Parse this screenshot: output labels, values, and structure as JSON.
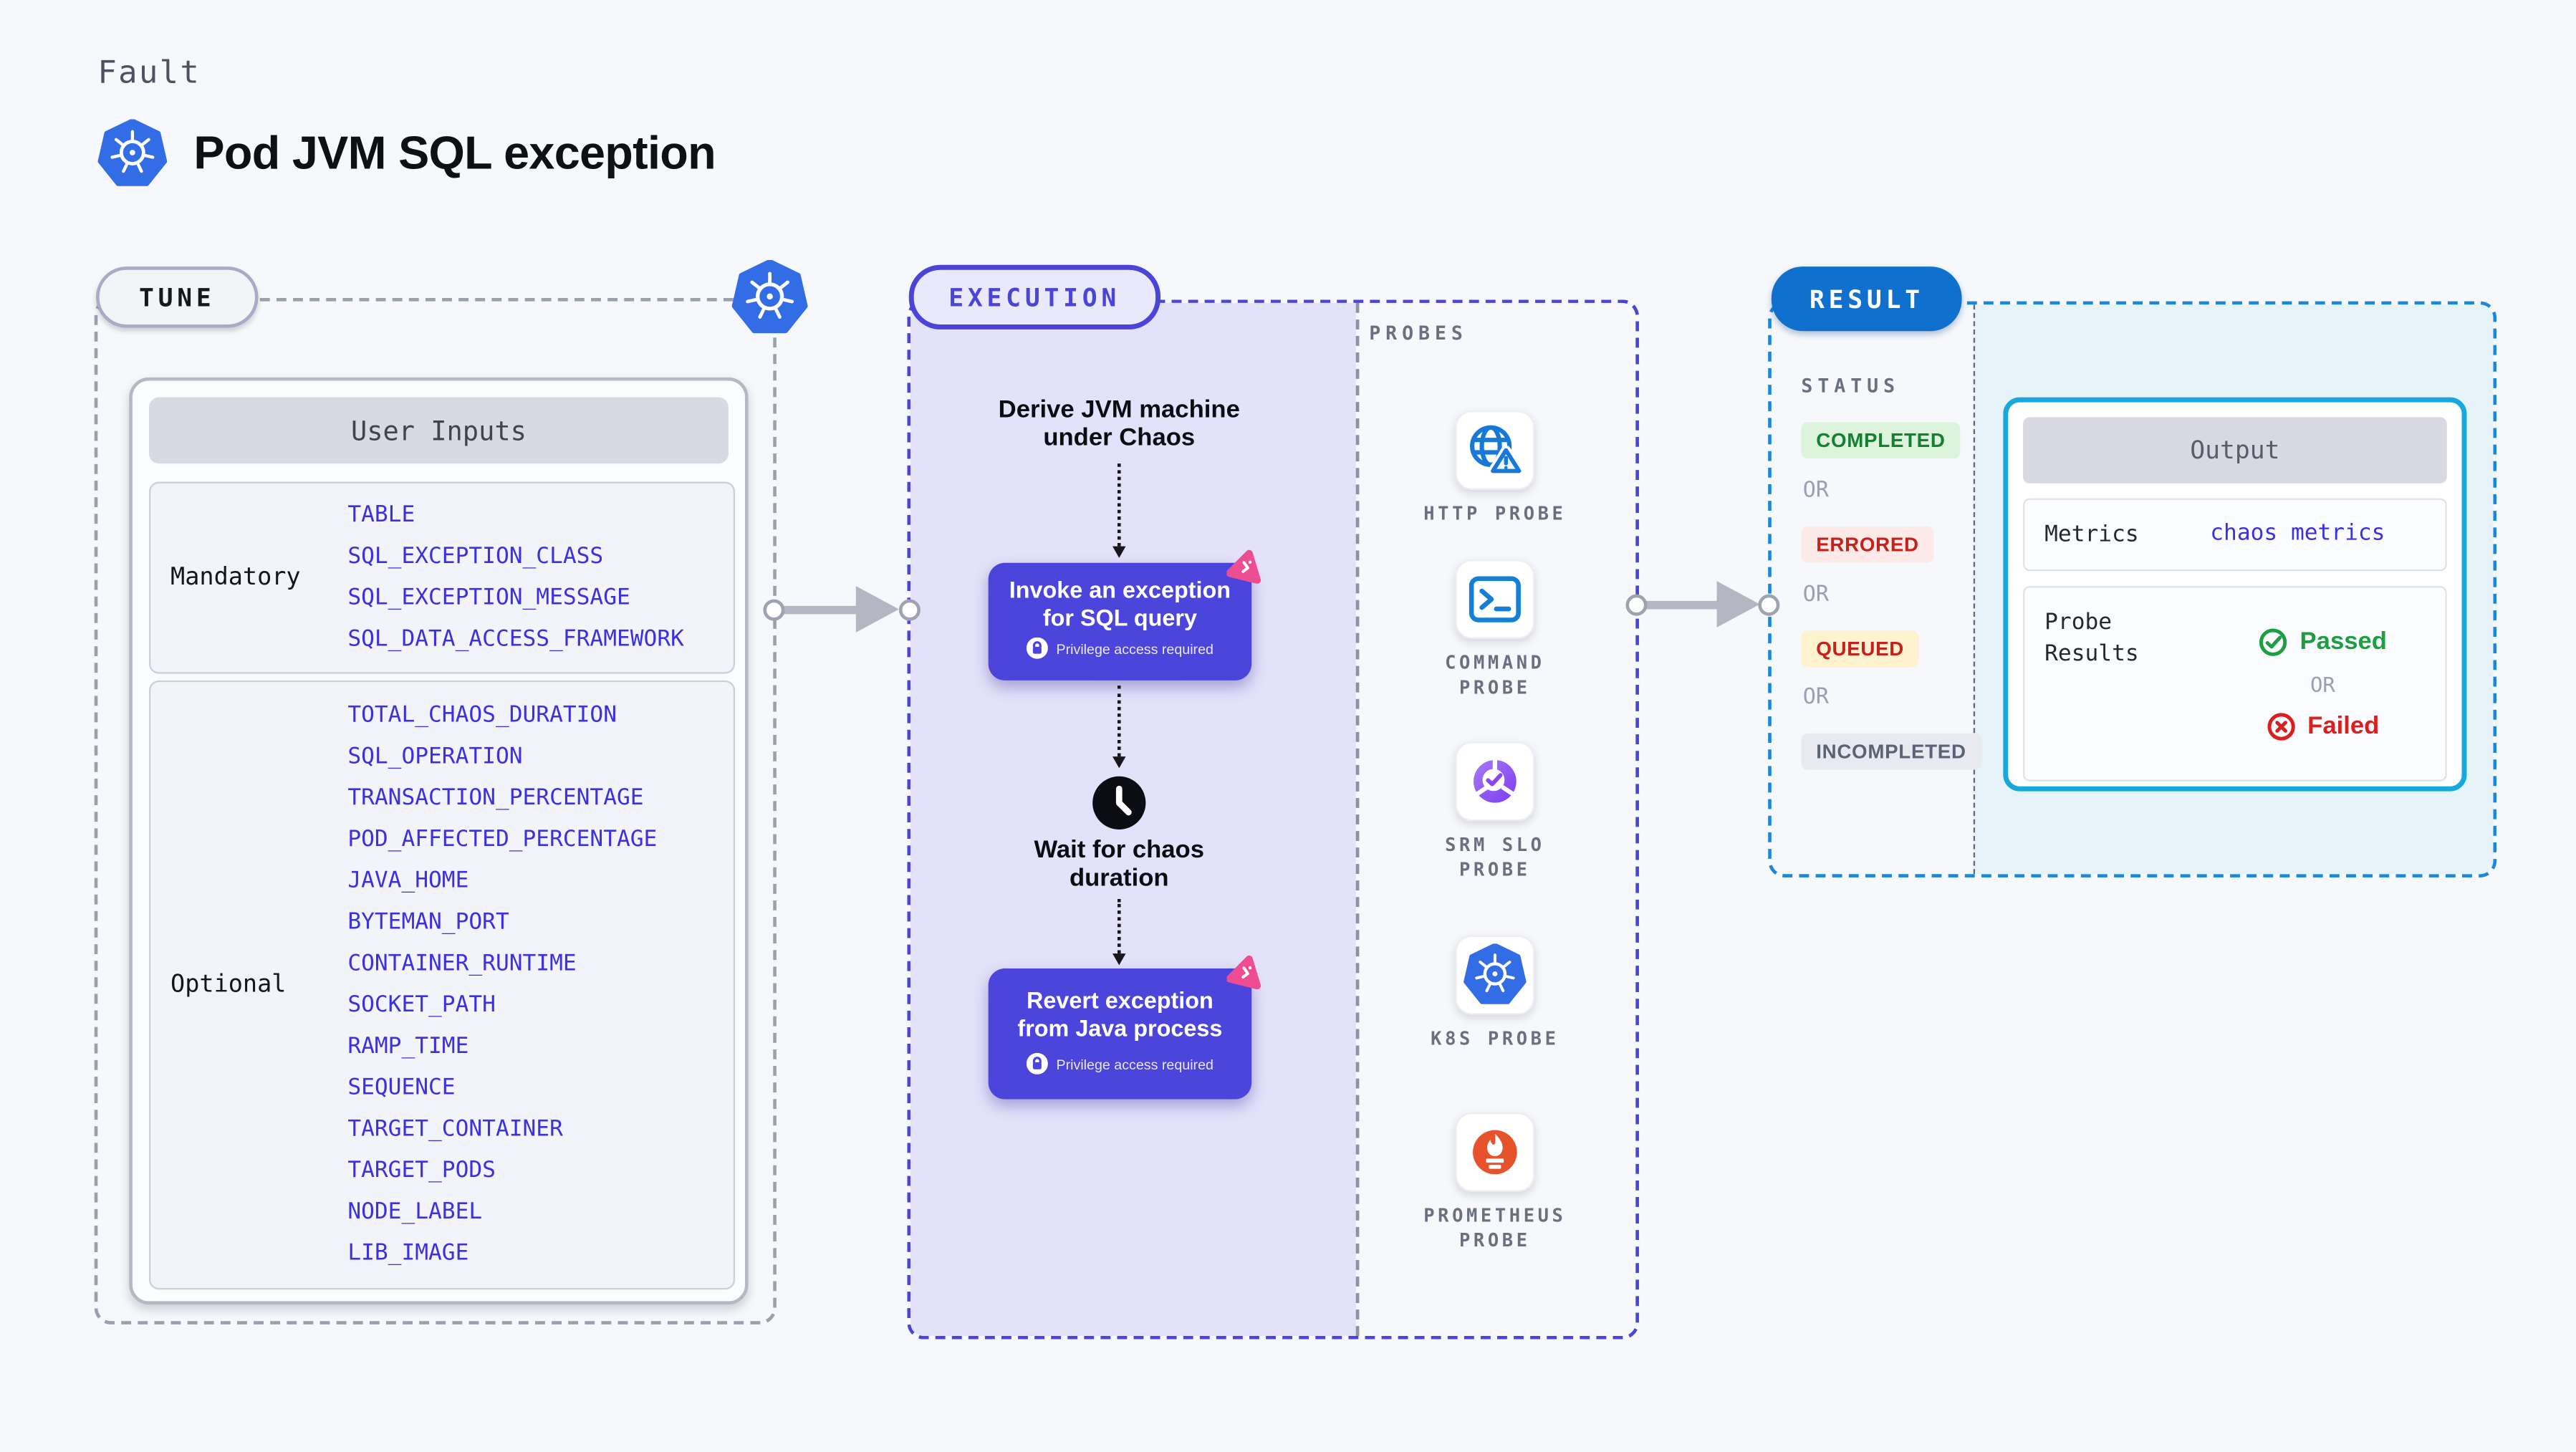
{
  "colors": {
    "page-bg": "#f6f8fb",
    "ink": "#0f1015",
    "kicker": "#4d5263",
    "muted-label": "#6b7080",
    "or-text": "#9aa0b2",
    "dash-gray": "#9aa1ac",
    "divider-gray": "#8d929e",
    "accent-indigo": "#4a44d8",
    "lavender": "#e4e2fa",
    "action-bg": "#4c45db",
    "pink": "#ee4d92",
    "field-blue": "#3c30e0",
    "result-blue": "#1b86da",
    "result-badge-bg": "#1070cd",
    "output-bg": "#e6f4fa",
    "output-border": "#17a8dc",
    "green-bg": "#dcf3dc",
    "green-text": "#157f32",
    "passed-green": "#1d9e41",
    "red-bg": "#fceae8",
    "red-text": "#c4231d",
    "failed-red": "#d8201f",
    "yellow-bg": "#fcf2cd",
    "gray-badge-bg": "#e9eaf1",
    "gray-badge-text": "#5d6376",
    "panel-border": "#b5b9c2",
    "row-border": "#cdd0d9",
    "row-bg": "#f3f4f9",
    "header-bar": "#d8d9e2",
    "k8s-blue": "#326de6",
    "http-blue": "#1878d8",
    "terminal-blue": "#157fd6",
    "prometheus-orange": "#e6522c"
  },
  "header": {
    "kicker": "Fault",
    "title": "Pod JVM SQL exception"
  },
  "tune": {
    "badge": "TUNE",
    "panel_title": "User Inputs",
    "sections": [
      {
        "label": "Mandatory",
        "fields": [
          "TABLE",
          "SQL_EXCEPTION_CLASS",
          "SQL_EXCEPTION_MESSAGE",
          "SQL_DATA_ACCESS_FRAMEWORK"
        ]
      },
      {
        "label": "Optional",
        "fields": [
          "TOTAL_CHAOS_DURATION",
          "SQL_OPERATION",
          "TRANSACTION_PERCENTAGE",
          "POD_AFFECTED_PERCENTAGE",
          "JAVA_HOME",
          "BYTEMAN_PORT",
          "CONTAINER_RUNTIME",
          "SOCKET_PATH",
          "RAMP_TIME",
          "SEQUENCE",
          "TARGET_CONTAINER",
          "TARGET_PODS",
          "NODE_LABEL",
          "LIB_IMAGE"
        ]
      }
    ]
  },
  "execution": {
    "badge": "EXECUTION",
    "step_derive": "Derive JVM machine\nunder Chaos",
    "invoke": {
      "title": "Invoke an exception\nfor SQL query",
      "note": "Privilege access required"
    },
    "step_wait": "Wait for chaos\nduration",
    "revert": {
      "title": "Revert exception\nfrom Java process",
      "note": "Privilege access required"
    }
  },
  "probes": {
    "title": "PROBES",
    "items": [
      {
        "label": "HTTP PROBE",
        "icon": "globe-alert"
      },
      {
        "label": "COMMAND\nPROBE",
        "icon": "terminal"
      },
      {
        "label": "SRM SLO\nPROBE",
        "icon": "slo-gauge"
      },
      {
        "label": "K8S PROBE",
        "icon": "kubernetes"
      },
      {
        "label": "PROMETHEUS\nPROBE",
        "icon": "prometheus-flame"
      }
    ]
  },
  "result": {
    "badge": "RESULT",
    "status_label": "STATUS",
    "or_label": "OR",
    "statuses": [
      "COMPLETED",
      "ERRORED",
      "QUEUED",
      "INCOMPLETED"
    ],
    "output": {
      "title": "Output",
      "metrics_label": "Metrics",
      "metrics_value": "chaos metrics",
      "probe_results_label": "Probe\nResults",
      "passed_label": "Passed",
      "or_label": "OR",
      "failed_label": "Failed"
    }
  }
}
